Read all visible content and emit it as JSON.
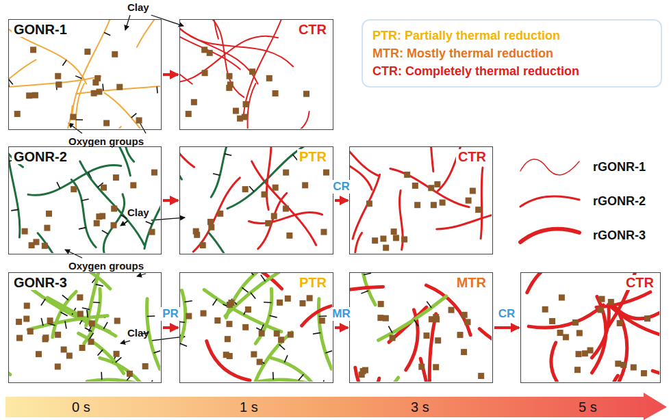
{
  "diagram": {
    "nodes": [
      {
        "text": [
          "GONR-1"
        ]
      },
      {
        "text": [
          "CTR"
        ]
      },
      {
        "text": [
          "PTR: Partially thermal reduction",
          "MTR: Mostly thermal reduction",
          "CTR: Completely thermal reduction"
        ]
      },
      {
        "text": [
          "GONR-2"
        ]
      },
      {
        "text": [
          "PTR"
        ]
      },
      {
        "text": [
          "CTR"
        ]
      },
      {
        "text": [
          "GONR-3"
        ]
      },
      {
        "text": [
          "PTR"
        ]
      },
      {
        "text": [
          "MTR"
        ]
      },
      {
        "text": [
          "CTR"
        ]
      }
    ],
    "edges": [
      {
        "from": 0,
        "to": 1,
        "arrow": "to"
      },
      {
        "from": 3,
        "to": 4,
        "arrow": "to"
      },
      {
        "from": 4,
        "to": 5,
        "label": "CR",
        "arrow": "to"
      },
      {
        "from": 6,
        "to": 7,
        "label": "PR",
        "arrow": "to"
      },
      {
        "from": 7,
        "to": 8,
        "label": "MR",
        "arrow": "to"
      },
      {
        "from": 8,
        "to": 9,
        "label": "CR",
        "arrow": "to"
      }
    ],
    "labels": [
      "Clay",
      "Oxygen groups",
      "Clay",
      "Oxygen groups",
      "Clay",
      "0 s",
      "1 s",
      "3 s",
      "5 s"
    ],
    "legend": [
      {
        "text": "rGONR-1"
      },
      {
        "text": "rGONR-2"
      },
      {
        "text": "rGONR-3"
      }
    ]
  }
}
